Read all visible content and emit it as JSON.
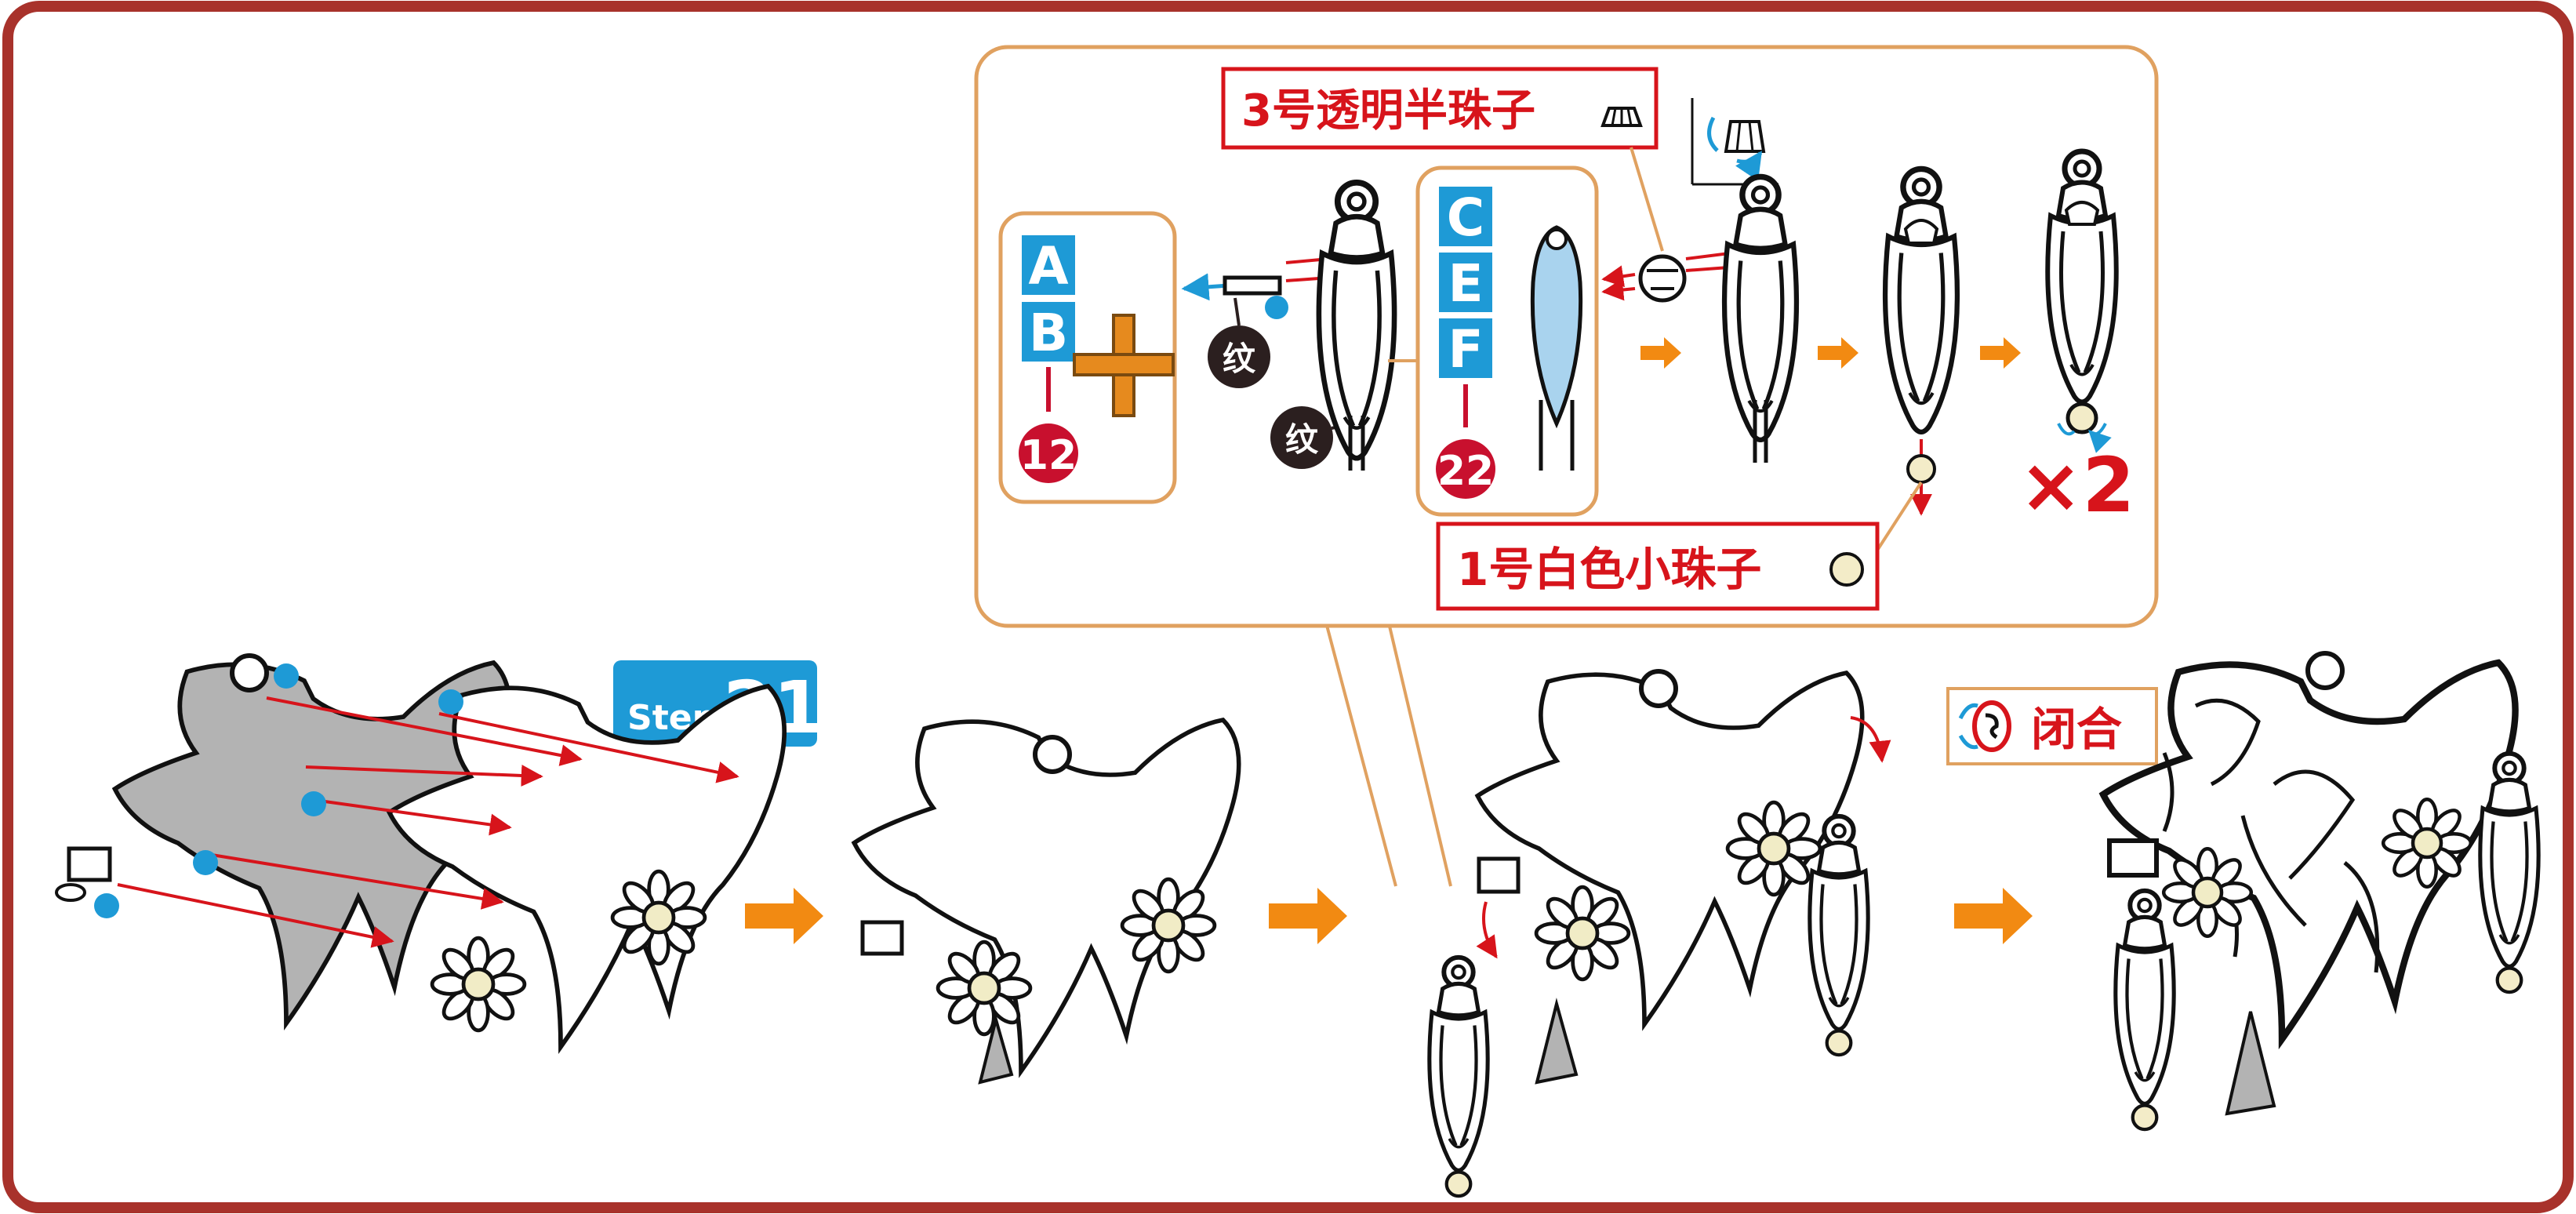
{
  "step": {
    "prefix": "Step",
    "number": "21"
  },
  "labels": {
    "bead3": "3号透明半珠子",
    "bead1": "1号白色小珠子",
    "close": "闭合",
    "times": "×2"
  },
  "part_groups": {
    "group1": {
      "letters": [
        "A",
        "B"
      ],
      "number": "12"
    },
    "group2": {
      "letters": [
        "C",
        "E",
        "F"
      ],
      "number": "22"
    }
  },
  "texture_mark": "纹",
  "icons": [
    "half-bead-icon",
    "white-bead-icon",
    "close-clasp-icon",
    "rotate-arrows-icon",
    "flow-arrow-icon"
  ],
  "colors": {
    "frame": "#a8322b",
    "inset_border": "#e0a160",
    "accent_blue": "#1e9ad6",
    "arrow_orange": "#f28a12",
    "red": "#d7141b",
    "number_red": "#c8102e",
    "gray_fill": "#b3b3b3",
    "cross_orange": "#e68a1e",
    "pendant_blue": "#a9d3ee"
  }
}
